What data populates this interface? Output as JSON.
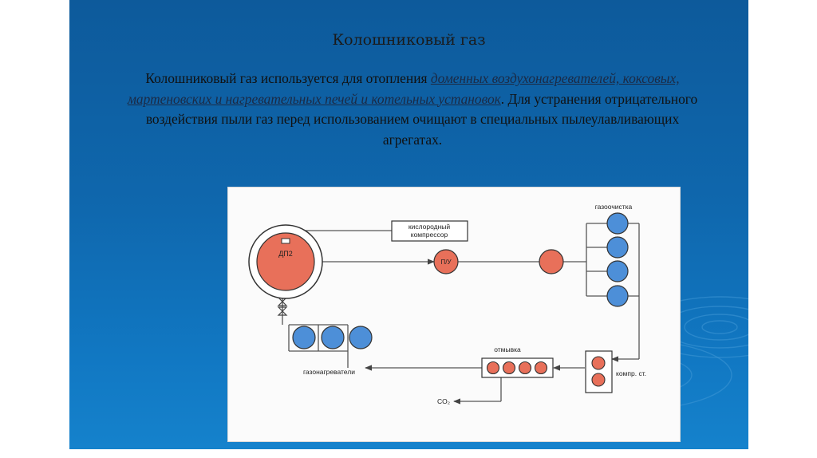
{
  "slide": {
    "title": "Колошниковый газ",
    "paragraph": {
      "part1": "Колошниковый газ используется для отопления ",
      "link": "доменных воздухонагревателей, коксовых, мартеновских и нагревательных печей и котельных установок",
      "part2": ". Для устранения отрицательного воздействия пыли газ перед использованием очищают в специальных пылеулавливающих агрегатах."
    }
  },
  "diagram": {
    "labels": {
      "oxygen_compressor_line1": "кислородный",
      "oxygen_compressor_line2": "компрессор",
      "furnace": "ДП2",
      "dust_unit": "П/У",
      "gas_cleaning": "газоочистка",
      "washing": "отмывка",
      "compressor_station": "компр. ст.",
      "gas_heaters": "газонагреватели",
      "co2": "CO₂"
    },
    "colors": {
      "red": "#e8705a",
      "blue": "#4d8fd8",
      "stroke": "#333333",
      "line": "#555555"
    }
  }
}
